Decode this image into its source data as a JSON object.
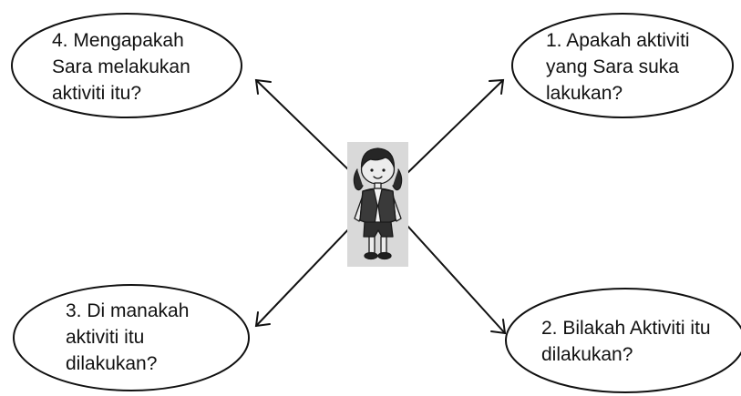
{
  "questions": {
    "q1": {
      "lines": [
        "1. Apakah aktiviti",
        "yang Sara suka",
        "lakukan?"
      ]
    },
    "q2": {
      "lines": [
        "2. Bilakah Aktiviti itu",
        "dilakukan?"
      ]
    },
    "q3": {
      "lines": [
        "3. Di manakah",
        "aktiviti itu",
        "dilakukan?"
      ]
    },
    "q4": {
      "lines": [
        "4. Mengapakah",
        "Sara melakukan",
        "aktiviti itu?"
      ]
    }
  },
  "center_image": {
    "icon": "girl-character-icon"
  },
  "colors": {
    "stroke": "#111111",
    "image_background": "#d9d9d9"
  }
}
